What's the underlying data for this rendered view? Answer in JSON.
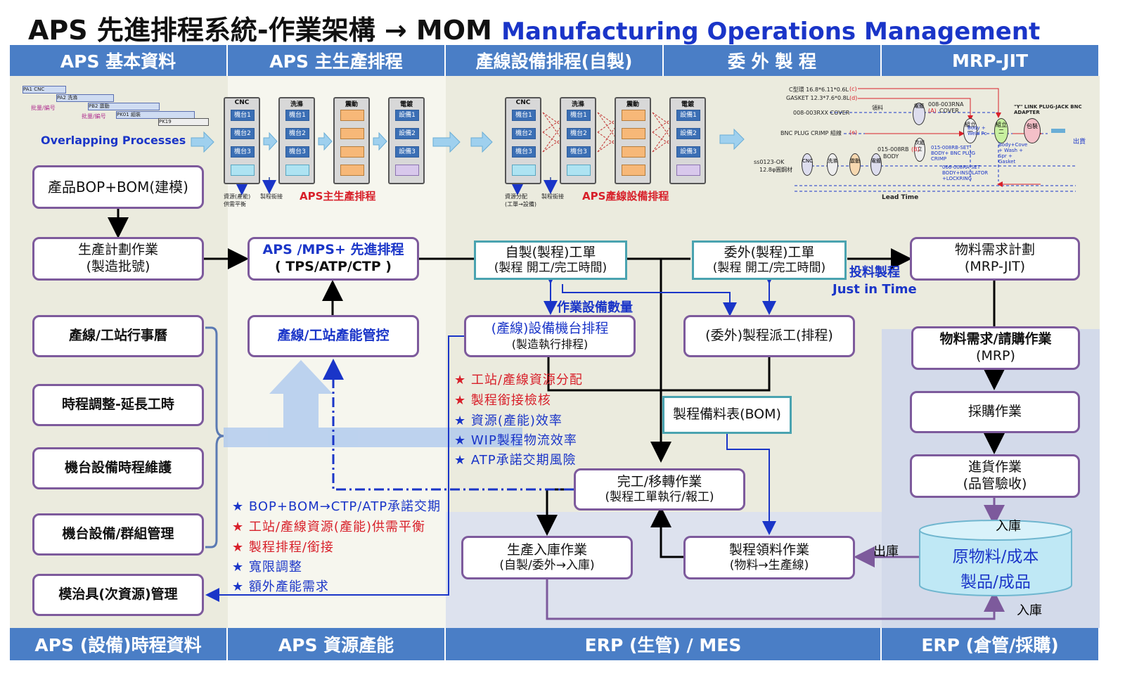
{
  "title": {
    "main": "APS 先進排程系統-作業架構 → MOM",
    "sub": "Manufacturing Operations Management"
  },
  "top_bands": [
    "APS 基本資料",
    "APS 主生產排程",
    "產線設備排程(自製)",
    "委 外 製 程",
    "MRP-JIT"
  ],
  "bottom_bands": [
    "APS (設備)時程資料",
    "APS 資源產能",
    "ERP (生管) / MES",
    "ERP (倉管/採購)"
  ],
  "overlap": {
    "label": "Overlapping Processes",
    "bars": [
      "PA1 CNC",
      "PA2 洗滌",
      "PB2 震動",
      "PK01 組裝",
      "PK19"
    ],
    "notes": [
      "批量/編号",
      "批量/編号"
    ]
  },
  "aps_main": {
    "label": "APS主生產排程",
    "columns": [
      "CNC",
      "洗滌",
      "震動",
      "電鍍"
    ],
    "slots_a": [
      "機台1",
      "機台2",
      "機台3"
    ],
    "slots_b": [
      "設備1",
      "設備2",
      "設備3"
    ],
    "foot1": "資源(產能)\n供需平衡",
    "foot2": "製程銜接"
  },
  "aps_line": {
    "label": "APS產線設備排程",
    "columns": [
      "CNC",
      "洗滌",
      "震動",
      "電鍍"
    ],
    "foot1": "資源分配\n(工單→設備)",
    "foot2": "製程銜接"
  },
  "mrp_diagram": {
    "labels": [
      "C型環 16.8*6.11*0.6L",
      "(c)",
      "GASKET 12.3*7.6*0.8L",
      "(d)",
      "008-003RXX  COVER",
      "領料",
      "電鍍",
      "008-003RNA",
      "(A)",
      "COVER",
      "BNC PLUG CRIMP 組線",
      "(e)",
      "組立一",
      "組立二",
      "包裝",
      "出貨",
      "\"Y\" LINK PLUG-JACK BNC ADAPTER",
      "次組立",
      "015-008RB",
      "(B)",
      "BODY",
      "ss0123-OK",
      "12.8φ圓鋼材",
      "CNC",
      "洗滌",
      "震動",
      "電鍍",
      "015-008RB-SET BODY+ BNC PLUG CRIMP",
      "066-008RA-SET BODY+INSULATOR +LOCKRING",
      "Body + Weld Pc",
      "Body+Cove + Wash + Spr + Gasket",
      "Lead Time"
    ]
  },
  "boxes": {
    "bop": "產品BOP+BOM(建模)",
    "plan1": "生產計劃作業",
    "plan2": "(製造批號)",
    "aps1": "APS /MPS+ 先進排程",
    "aps2": "( TPS/ATP/CTP )",
    "self1": "自製(製程)工單",
    "self2": "(製程 開工/完工時間)",
    "out1": "委外(製程)工單",
    "out2": "(製程 開工/完工時間)",
    "mrp1": "物料需求計劃",
    "mrp2": "(MRP-JIT)",
    "cal": "產線/工站行事曆",
    "adj": "時程調整-延長工時",
    "maint": "機台設備時程維護",
    "group": "機台設備/群組管理",
    "tool": "模治具(次資源)管理",
    "cap": "產線/工站產能管控",
    "eqsch1": "(產線)設備機台排程",
    "eqsch2": "(製造執行排程)",
    "dispatch": "(委外)製程派工(排程)",
    "req1": "物料需求/請購作業",
    "req2": "(MRP)",
    "buy": "採購作業",
    "recv1": "進貨作業",
    "recv2": "(品管驗收)",
    "bom": "製程備料表(BOM)",
    "done1": "完工/移轉作業",
    "done2": "(製程工單執行/報工)",
    "store1": "生產入庫作業",
    "store2": "(自製/委外→入庫)",
    "pick1": "製程領料作業",
    "pick2": "(物料→生產線)",
    "db1": "原物料/成本",
    "db2": "製品/成品"
  },
  "annotations": {
    "feed": "投料製程",
    "jit": "Just in Time",
    "eqqty": "作業設備數量",
    "in1": "入庫",
    "in2": "入庫",
    "out": "出庫"
  },
  "stars_mid": [
    {
      "text": "★ 工站/產線資源分配",
      "color": "red"
    },
    {
      "text": "★ 製程銜接檢核",
      "color": "red"
    },
    {
      "text": "★ 資源(產能)效率",
      "color": "blue"
    },
    {
      "text": "★ WIP製程物流效率",
      "color": "blue"
    },
    {
      "text": "★ ATP承諾交期風險",
      "color": "blue"
    }
  ],
  "stars_left": [
    {
      "text": "★ BOP+BOM→CTP/ATP承諾交期",
      "color": "blue"
    },
    {
      "text": "★ 工站/產線資源(產能)供需平衡",
      "color": "red"
    },
    {
      "text": "★ 製程排程/銜接",
      "color": "red"
    },
    {
      "text": "★ 寬限調整",
      "color": "blue"
    },
    {
      "text": "★ 額外產能需求",
      "color": "blue"
    }
  ],
  "colors": {
    "band": "#4a7ec6",
    "box_border": "#7d5a9c",
    "teal_border": "#4aa3b0",
    "blue_text": "#1a35c8",
    "red_text": "#d8202a",
    "db_fill": "#bfe8f5"
  }
}
